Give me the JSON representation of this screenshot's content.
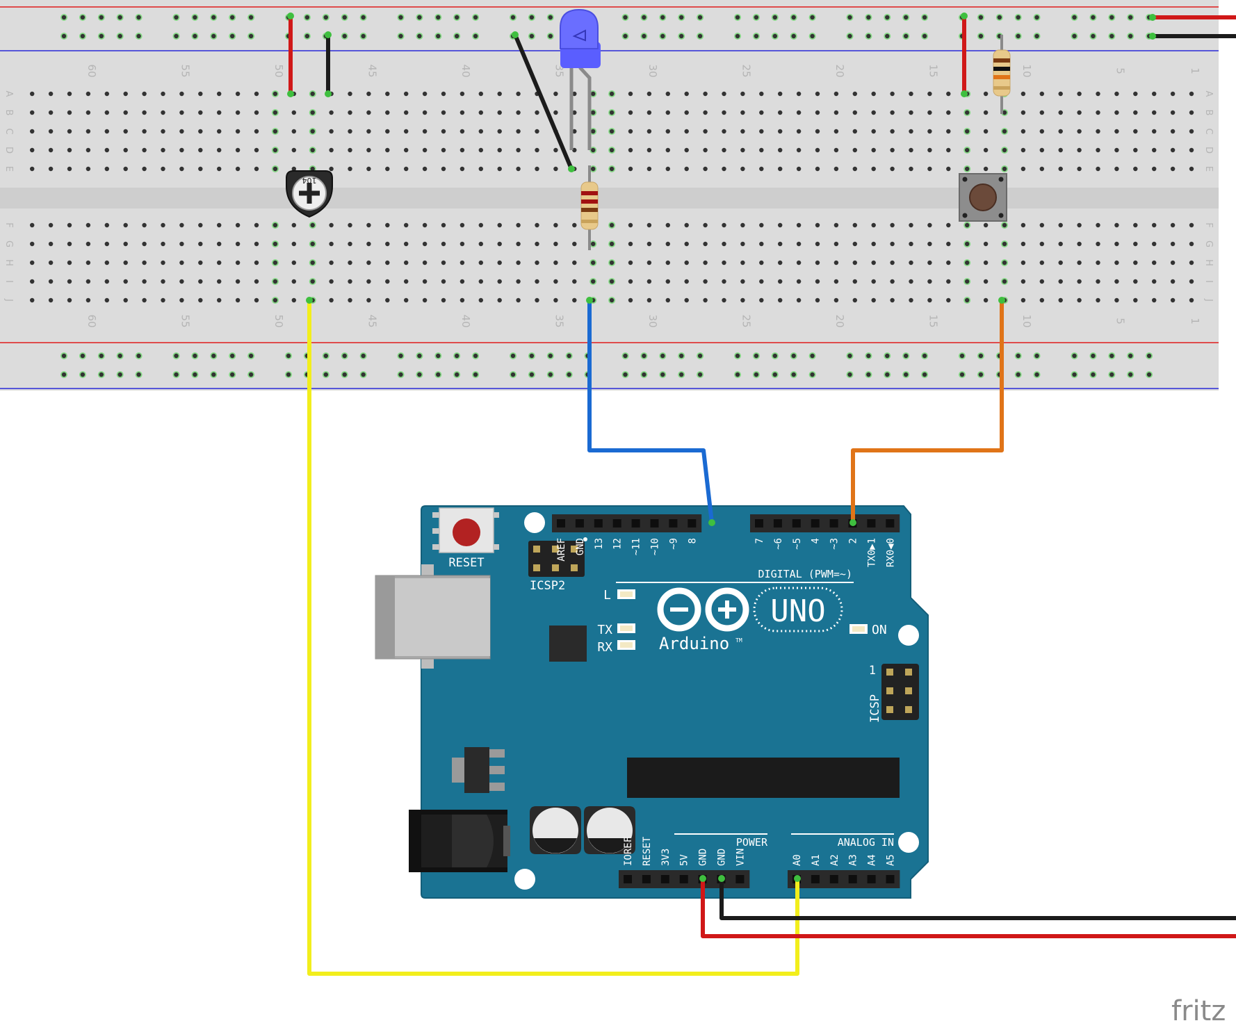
{
  "breadboard": {
    "column_numbers": [
      "60",
      "55",
      "50",
      "45",
      "40",
      "35",
      "30",
      "25",
      "20",
      "15",
      "10",
      "5",
      "1"
    ],
    "row_letters_top": [
      "A",
      "B",
      "C",
      "D",
      "E"
    ],
    "row_letters_bottom": [
      "F",
      "G",
      "H",
      "I",
      "J"
    ],
    "columns": 63
  },
  "components": {
    "potentiometer_label": "104",
    "led_color": "blue"
  },
  "arduino": {
    "reset_label": "RESET",
    "icsp2_label": "ICSP2",
    "icsp_label": "ICSP",
    "icsp_pin1": "1",
    "brand": "Arduino",
    "trademark": "TM",
    "model": "UNO",
    "led_l": "L",
    "led_tx": "TX",
    "led_rx": "RX",
    "led_on": "ON",
    "digital_header": "DIGITAL (PWM=~)",
    "power_header": "POWER",
    "analog_header": "ANALOG IN",
    "digital_pins_left": [
      "AREF",
      "GND",
      "13",
      "12",
      "~11",
      "~10",
      "~9",
      "8"
    ],
    "digital_pins_right": [
      "7",
      "~6",
      "~5",
      "4",
      "~3",
      "2",
      "TX0▶1",
      "RX0◀0"
    ],
    "power_pins": [
      "IOREF",
      "RESET",
      "3V3",
      "5V",
      "GND",
      "GND",
      "VIN"
    ],
    "analog_pins": [
      "A0",
      "A1",
      "A2",
      "A3",
      "A4",
      "A5"
    ]
  },
  "colors": {
    "board": "#1a7393",
    "wire_red": "#d01818",
    "wire_black": "#1b1b1b",
    "wire_yellow": "#f2ee1c",
    "wire_blue": "#1a6ad2",
    "wire_orange": "#e07418",
    "led_blue": "#5f63ff"
  },
  "watermark": "fritz"
}
